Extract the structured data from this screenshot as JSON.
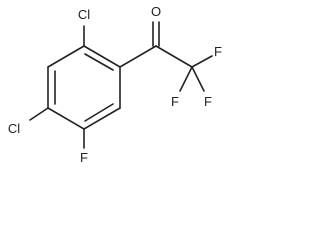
{
  "molecule": {
    "atoms": {
      "cl_top": "Cl",
      "cl_left": "Cl",
      "f_ring": "F",
      "o_carbonyl": "O",
      "f_cf3_upper": "F",
      "f_cf3_right": "F",
      "f_cf3_lower": "F"
    }
  },
  "colors": {
    "bond": "#222222",
    "label": "#222222",
    "background": "#ffffff"
  }
}
